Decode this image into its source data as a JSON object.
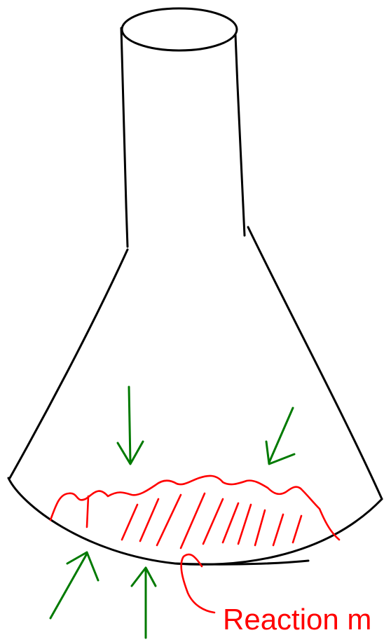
{
  "diagram": {
    "label_text": "Reaction m",
    "colors": {
      "outline": "#000000",
      "reaction_mass": "#ff0000",
      "arrows": "#007a00"
    },
    "shapes": [
      "flask-outline",
      "reaction-mass-hatching",
      "heat-arrows"
    ]
  }
}
